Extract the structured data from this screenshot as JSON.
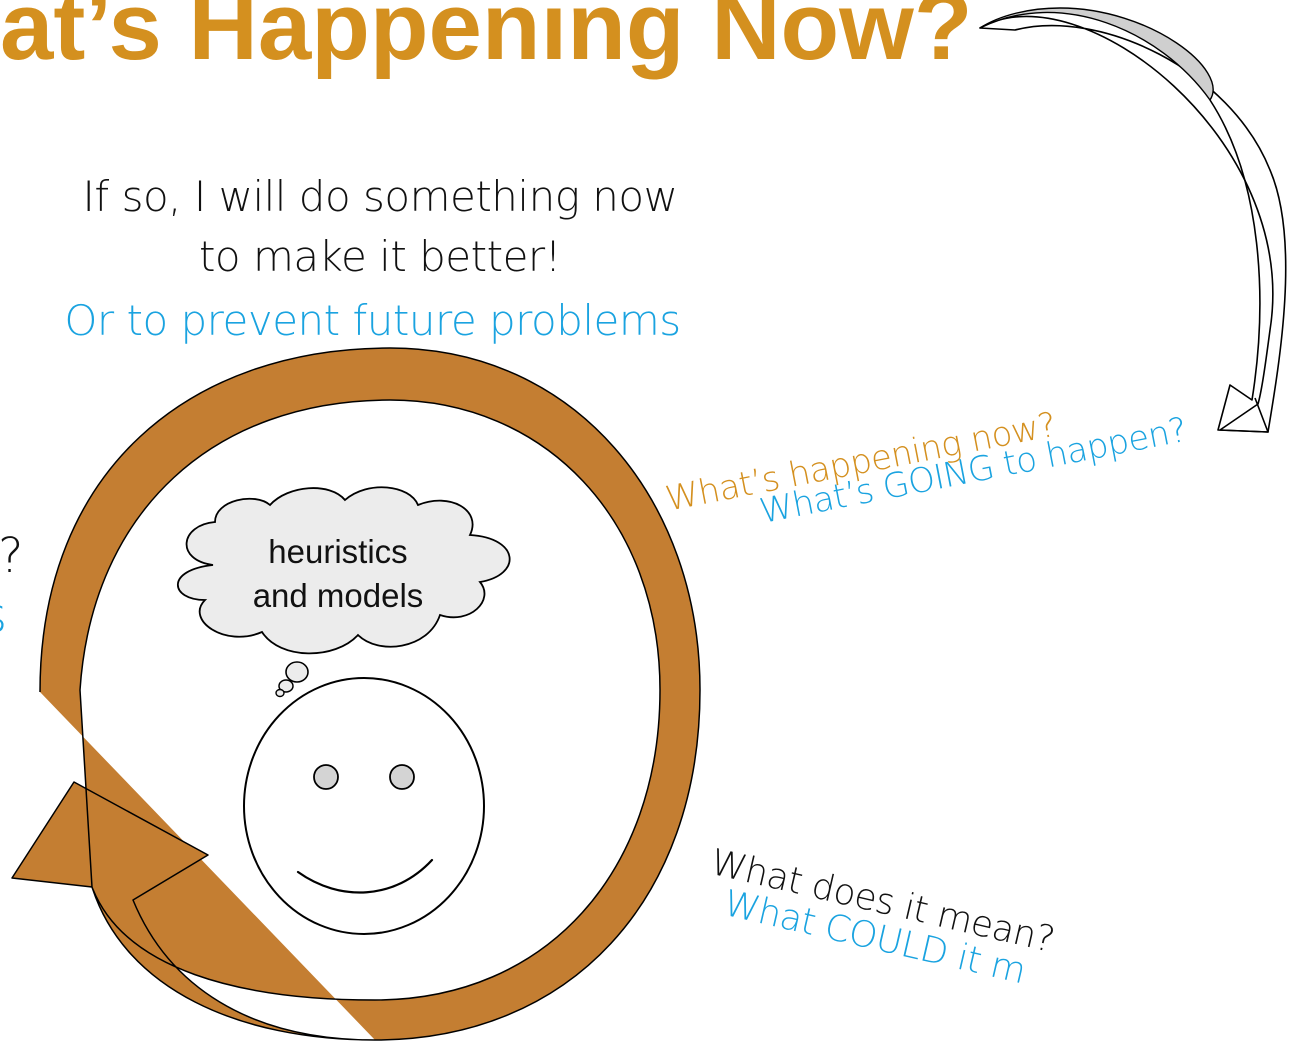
{
  "title": "at’s Happening Now?",
  "action": {
    "line1": "If so, I will do something now",
    "line2": "to make it better!",
    "line3": "Or to prevent future problems"
  },
  "thought_cloud": {
    "line1": "heuristics",
    "line2": "and models"
  },
  "projection": {
    "line1": "What’s happening now?",
    "line2": "What’s GOING to happen?"
  },
  "comprehension": {
    "line1": "What does it mean?",
    "line2": "What COULD it m"
  },
  "left_edge": {
    "question_mark": "?",
    "partial": "s"
  },
  "colors": {
    "title": "#d4901f",
    "accent_orange": "#d4901f",
    "accent_blue": "#1aa3e0",
    "loop_arrow": "#c47e32",
    "cloud_fill": "#ececec",
    "eye_fill": "#d4d4d4",
    "curved_arrow_fill": "#cfcfcf",
    "text": "#111111"
  },
  "icons": [
    "circular-arrow-icon",
    "thought-cloud-icon",
    "smiley-face-icon",
    "curved-arrow-icon"
  ]
}
